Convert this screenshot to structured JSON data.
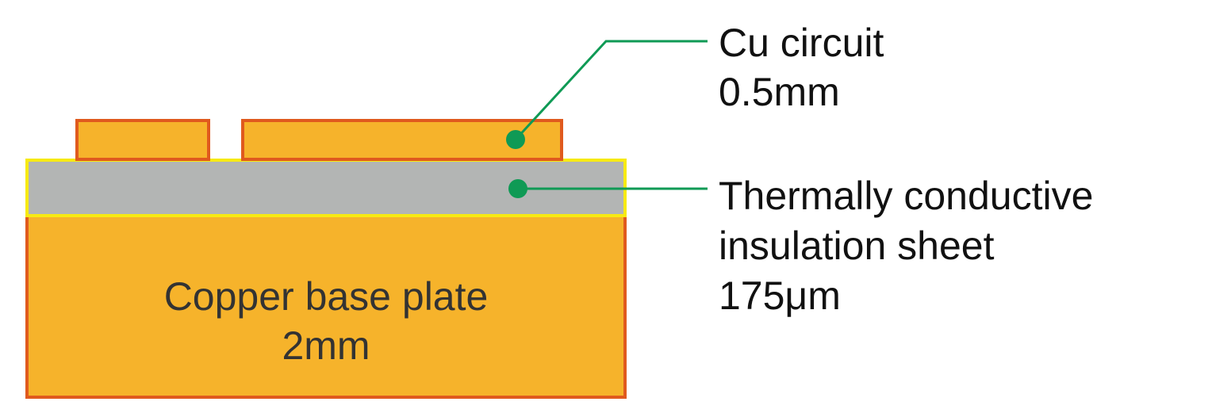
{
  "colors": {
    "copper_fill": "#f6b32b",
    "copper_stroke": "#e05a1e",
    "insulation_fill": "#b3b5b4",
    "insulation_stroke": "#f7ea13",
    "leader_line": "#0f9a55",
    "label_text": "#111111",
    "base_text": "#333333"
  },
  "labels": {
    "cu_circuit": {
      "name": "Cu circuit",
      "thickness": "0.5mm"
    },
    "insulation_sheet": {
      "line1": "Thermally conductive",
      "line2": "insulation sheet",
      "thickness": "175μm"
    },
    "base_plate": {
      "name": "Copper base plate",
      "thickness": "2mm"
    }
  }
}
